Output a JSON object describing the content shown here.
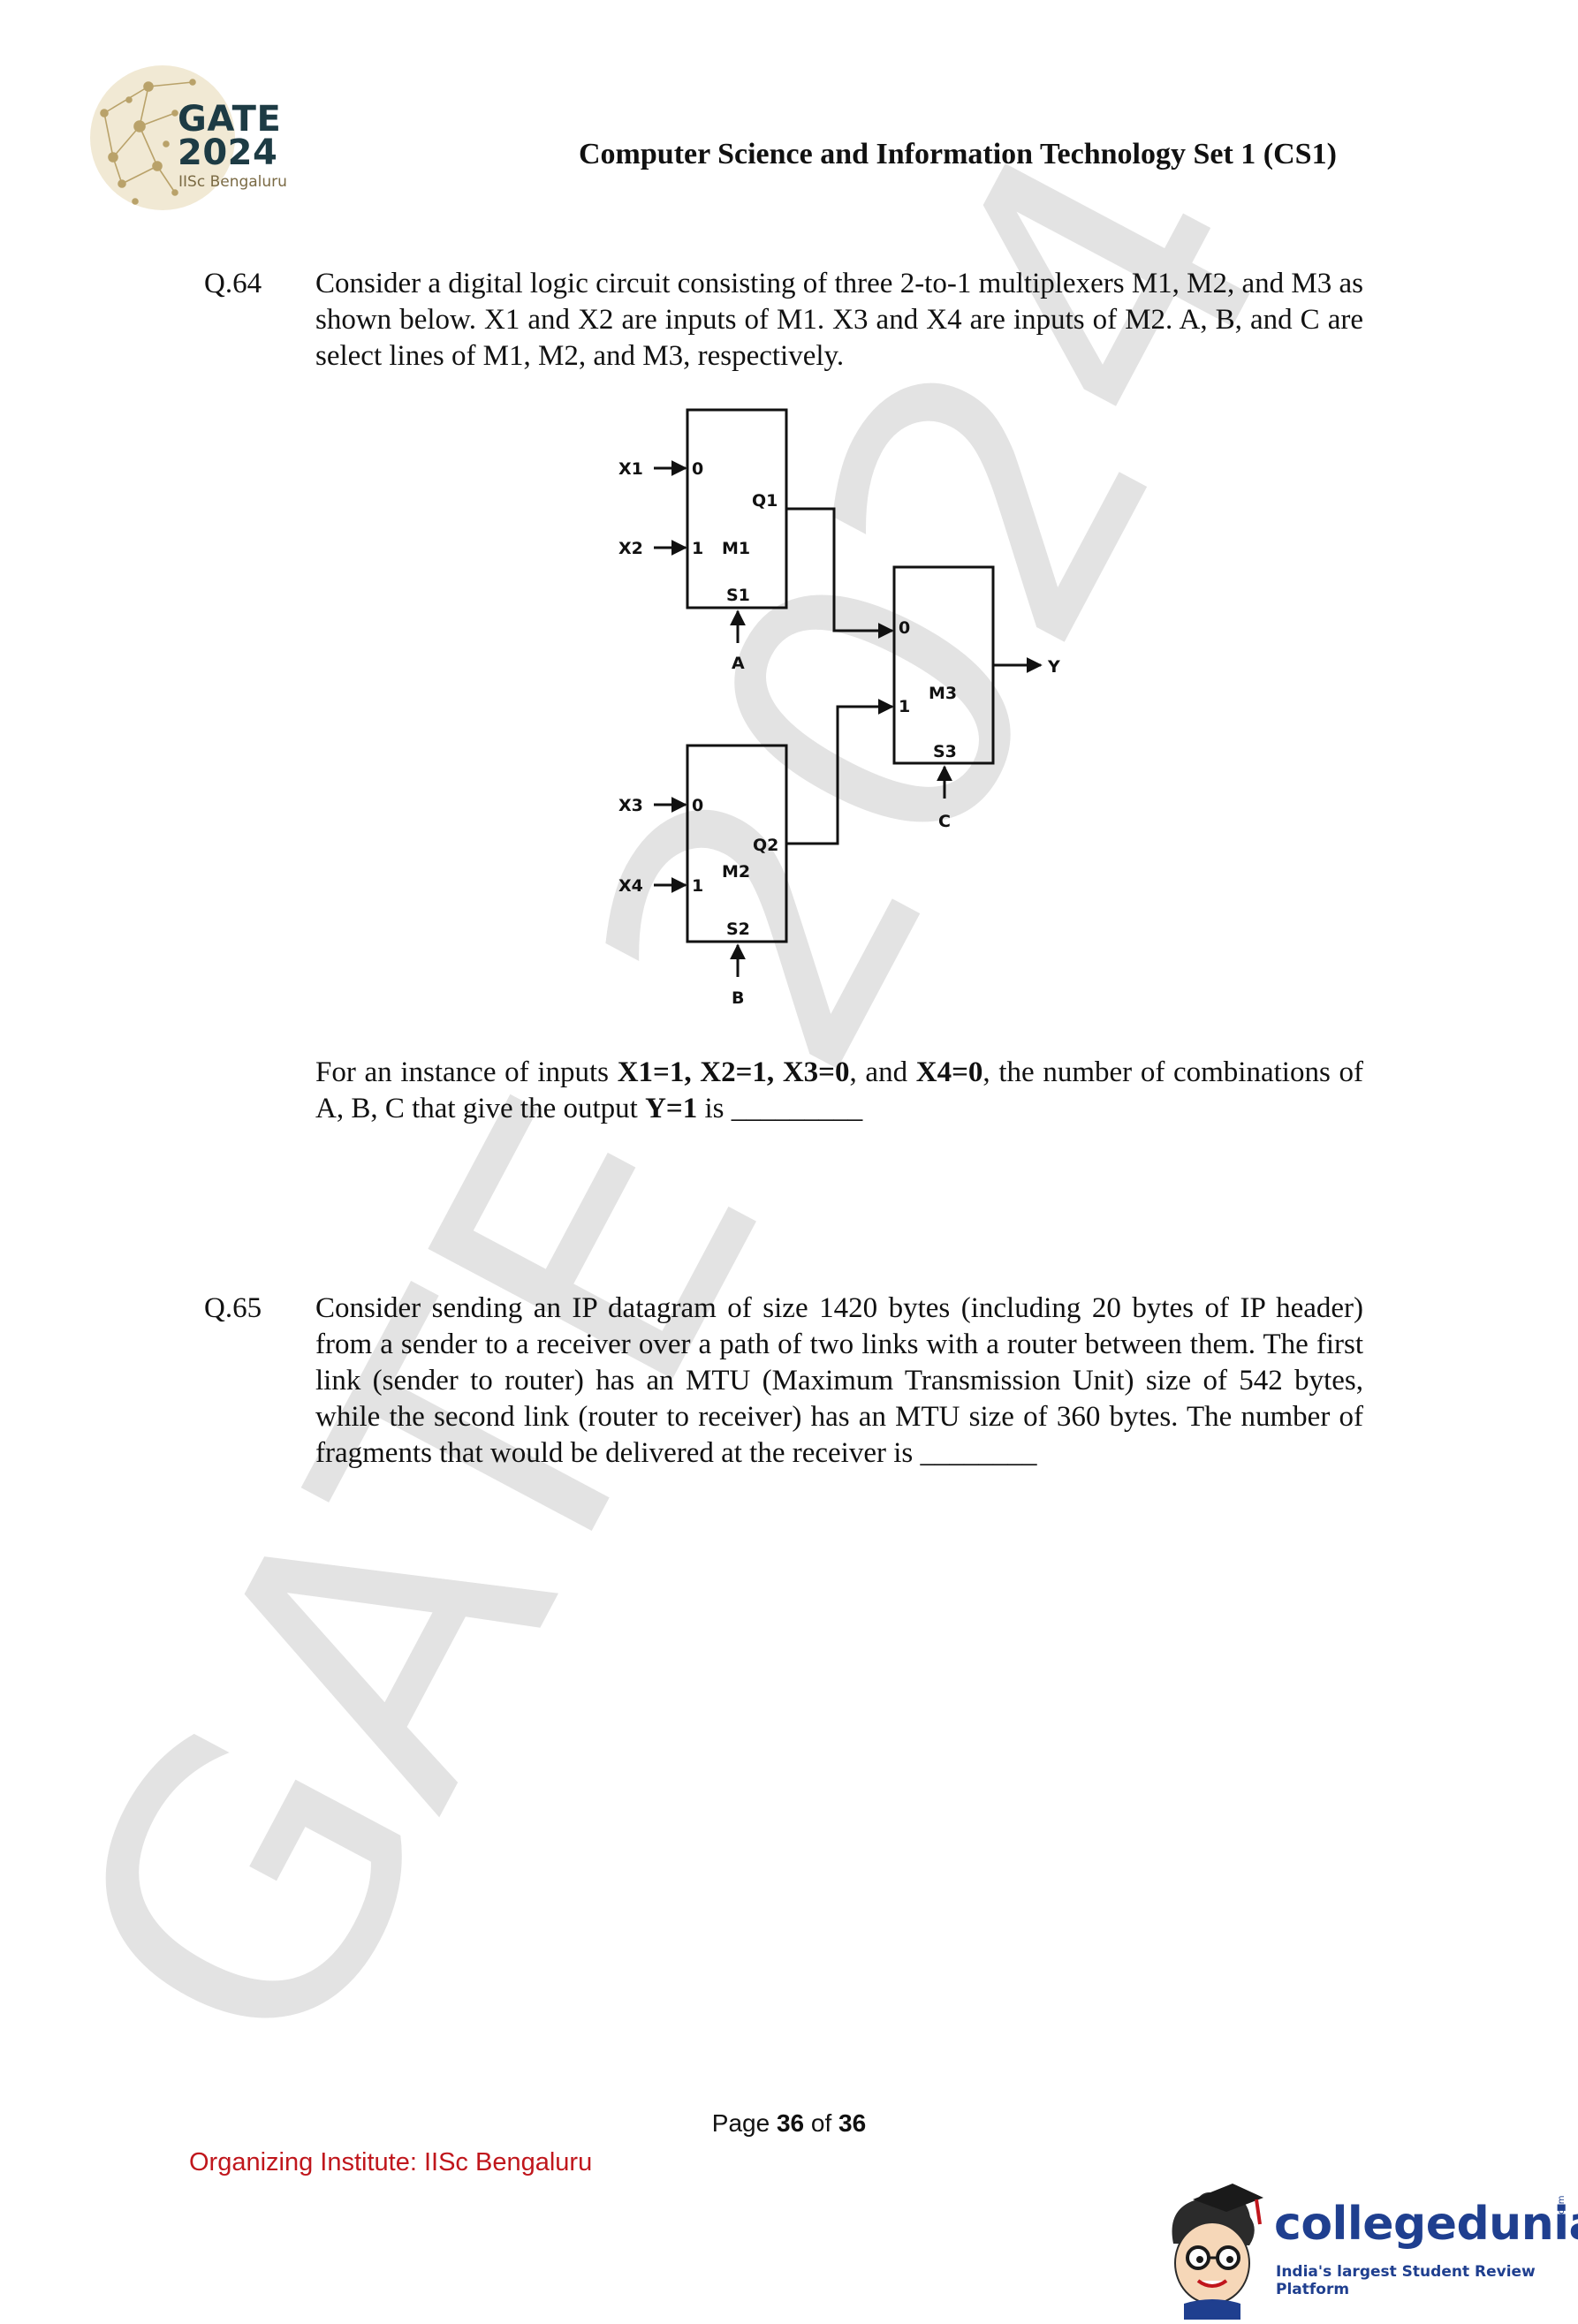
{
  "header": {
    "logo_text_line1": "GATE",
    "logo_text_line2": "2024",
    "logo_subtext": "IISc Bengaluru",
    "title": "Computer Science and Information Technology Set 1 (CS1)"
  },
  "watermark": "GATE 2024",
  "q64": {
    "number": "Q.64",
    "text": "Consider a digital logic circuit consisting of three 2-to-1 multiplexers M1, M2, and M3 as shown below. X1 and X2 are inputs of M1. X3 and X4 are inputs of M2. A, B, and C are select lines of M1, M2, and M3, respectively.",
    "circuit": {
      "inputs": [
        "X1",
        "X2",
        "X3",
        "X4"
      ],
      "mux_names": [
        "M1",
        "M2",
        "M3"
      ],
      "outputs": [
        "Q1",
        "Q2",
        "Y"
      ],
      "select_pins": [
        "S1",
        "S2",
        "S3"
      ],
      "select_lines": [
        "A",
        "B",
        "C"
      ],
      "pin_0": "0",
      "pin_1": "1"
    },
    "follow_1": "For an instance of inputs ",
    "follow_b1": "X1=1, X2=1, X3=0",
    "follow_2": ", and ",
    "follow_b2": "X4=0",
    "follow_3": ", the number of combinations of A, B, C that give the output ",
    "follow_b3": "Y=1",
    "follow_4": " is _________"
  },
  "q65": {
    "number": "Q.65",
    "text": "Consider sending an IP datagram of size 1420 bytes (including 20 bytes of IP header) from a sender to a receiver over a path of two links with a router between them. The first link (sender to router) has an MTU (Maximum Transmission Unit) size of 542 bytes, while the second link (router to receiver) has an MTU size of 360 bytes. The number of fragments that would be delivered at the receiver is ________"
  },
  "footer": {
    "page_prefix": "Page ",
    "page_current": "36",
    "page_mid": " of ",
    "page_total": "36",
    "organizer": "Organizing Institute: IISc Bengaluru",
    "brand_name": "collegedunia",
    "brand_com": ".com",
    "brand_tagline": "India's largest Student Review Platform"
  },
  "colors": {
    "accent_red": "#c0161c",
    "brand_blue": "#1f3f8f",
    "logo_gold": "#b9a26a",
    "logo_dark": "#1d3b44"
  }
}
